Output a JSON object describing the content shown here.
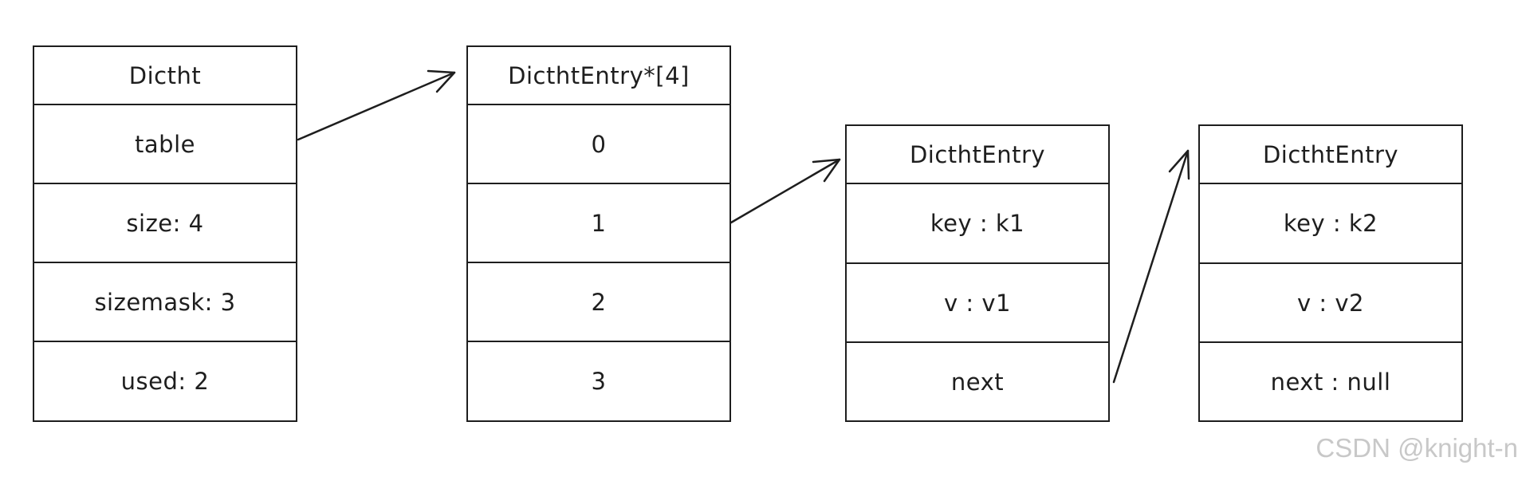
{
  "structs": [
    {
      "title": "Dictht",
      "fields": [
        "table",
        "size: 4",
        "sizemask: 3",
        "used: 2"
      ]
    },
    {
      "title": "DicthtEntry*[4]",
      "fields": [
        "0",
        "1",
        "2",
        "3"
      ]
    },
    {
      "title": "DicthtEntry",
      "fields": [
        "key : k1",
        "v : v1",
        "next"
      ]
    },
    {
      "title": "DicthtEntry",
      "fields": [
        "key : k2",
        "v : v2",
        "next : null"
      ]
    }
  ],
  "pointers": [
    {
      "from": "table",
      "to": "DicthtEntry*[4]"
    },
    {
      "from": "1",
      "to": "DicthtEntry"
    },
    {
      "from": "next",
      "to": "DicthtEntry"
    }
  ],
  "watermark": "CSDN @knight-n",
  "colors": {
    "stroke": "#1e1e1e",
    "background": "#ffffff",
    "watermark": "#c8c8c8"
  }
}
